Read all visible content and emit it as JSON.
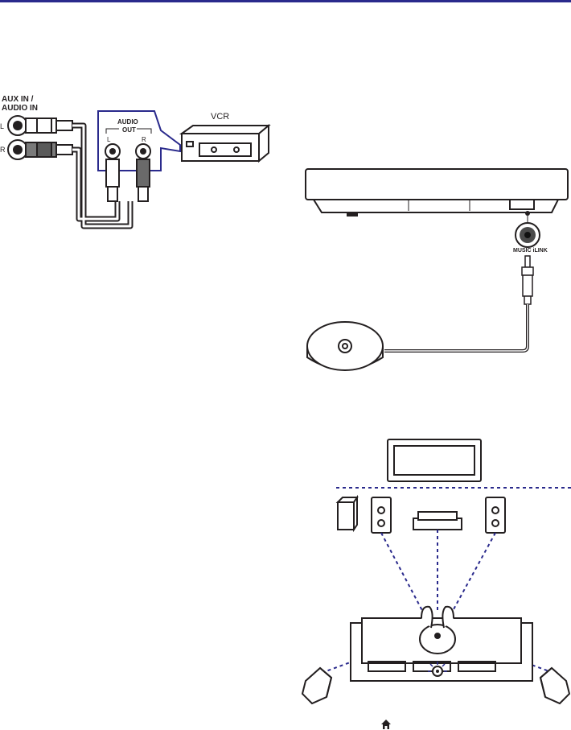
{
  "colors": {
    "header_rule": "#2a2a8c",
    "outline": "#231f20",
    "highlight_box": "#2a2a8c",
    "signal_lines": "#2a2a8c"
  },
  "figure_vcr": {
    "jack_title_line1": "AUX IN /",
    "jack_title_line2": "AUDIO IN",
    "left_jack": "L",
    "right_jack": "R",
    "audio_out_title": "AUDIO",
    "audio_out_sub": "OUT",
    "audio_out_left": "L",
    "audio_out_right": "R",
    "device_label": "VCR"
  },
  "figure_music_ilink": {
    "port_label": "MUSIC iLINK"
  },
  "figure_speaker_layout": {
    "icons": [
      "tv-screen-icon",
      "subwoofer-icon",
      "front-left-speaker-icon",
      "center-speaker-icon",
      "front-right-speaker-icon",
      "sofa-icon",
      "listener-icon",
      "rear-left-speaker-icon",
      "rear-right-speaker-icon"
    ]
  },
  "footer": {
    "icon": "home-icon"
  }
}
